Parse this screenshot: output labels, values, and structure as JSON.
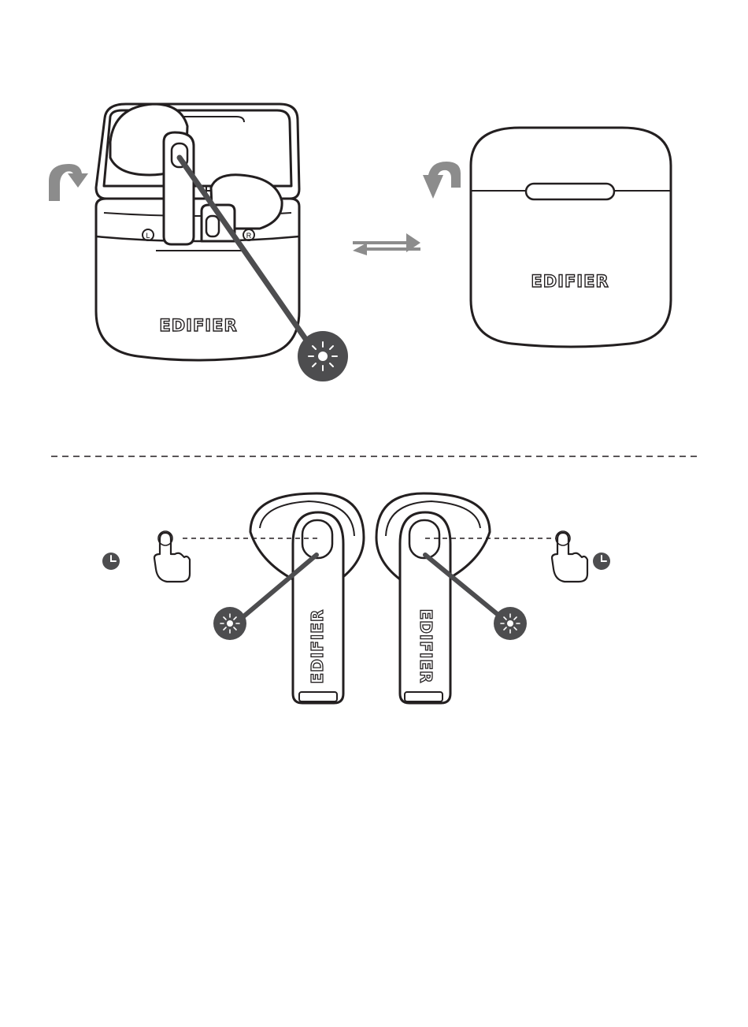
{
  "brand": "EDIFIER",
  "case_markers": {
    "left": "L",
    "right": "R"
  },
  "icons": {
    "open_lid_arrow": "curved-arrow-icon",
    "close_lid_arrow": "curved-arrow-icon",
    "toggle_arrows": "bidirectional-arrows-icon",
    "indicator": "led-light-icon",
    "touch": "finger-tap-icon",
    "hold_time": "clock-icon"
  },
  "colors": {
    "line": "#231f20",
    "fill_dark": "#4d4d4f",
    "fill_gray": "#8c8c8c",
    "background": "#ffffff"
  }
}
